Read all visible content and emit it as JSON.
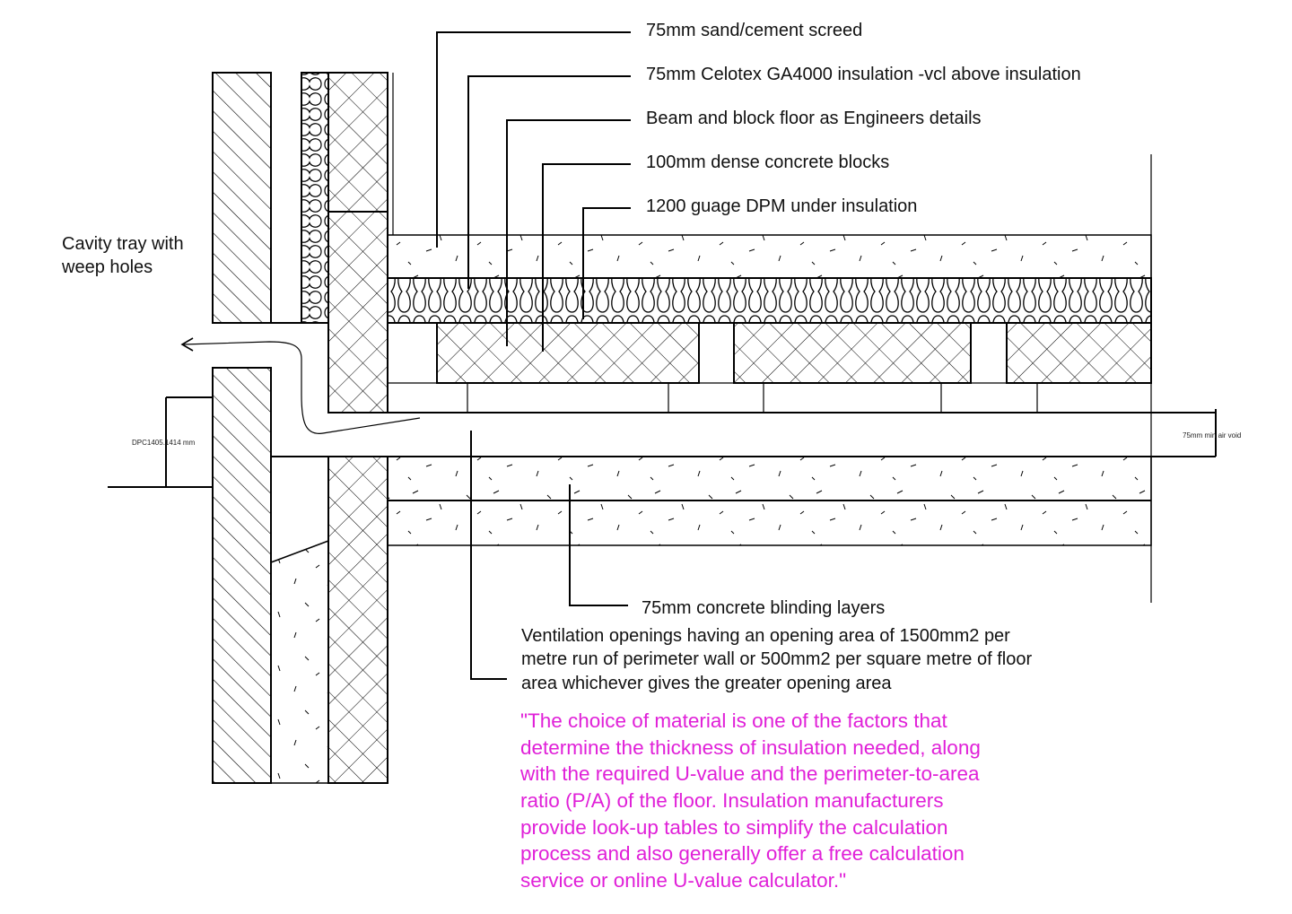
{
  "labels": {
    "screed": "75mm sand/cement screed",
    "celotex": "75mm Celotex GA4000 insulation -vcl above insulation",
    "beam_block": "Beam and block floor as Engineers details",
    "dense_blocks": "100mm dense concrete blocks",
    "dpm": "1200 guage DPM under insulation",
    "cavity_tray_1": "Cavity tray with",
    "cavity_tray_2": "weep holes",
    "dpc": "DPC1405.1414 mm",
    "air_void": "75mm min air void",
    "blinding": "75mm concrete blinding layers",
    "ventilation": [
      "Ventilation openings having an opening area of 1500mm2 per",
      "metre run of perimeter wall or 500mm2 per square metre of floor",
      "area whichever gives the greater opening area"
    ]
  },
  "quote": [
    "\"The choice of material is one of the factors that",
    "determine the thickness of insulation needed, along",
    "with the required U-value and the perimeter-to-area",
    "ratio (P/A) of the floor. Insulation manufacturers",
    "provide look-up tables to simplify the calculation",
    "process and also generally offer a free calculation",
    "service or online U-value calculator.\""
  ],
  "colors": {
    "quote": "#e020d8",
    "line": "#000000"
  }
}
